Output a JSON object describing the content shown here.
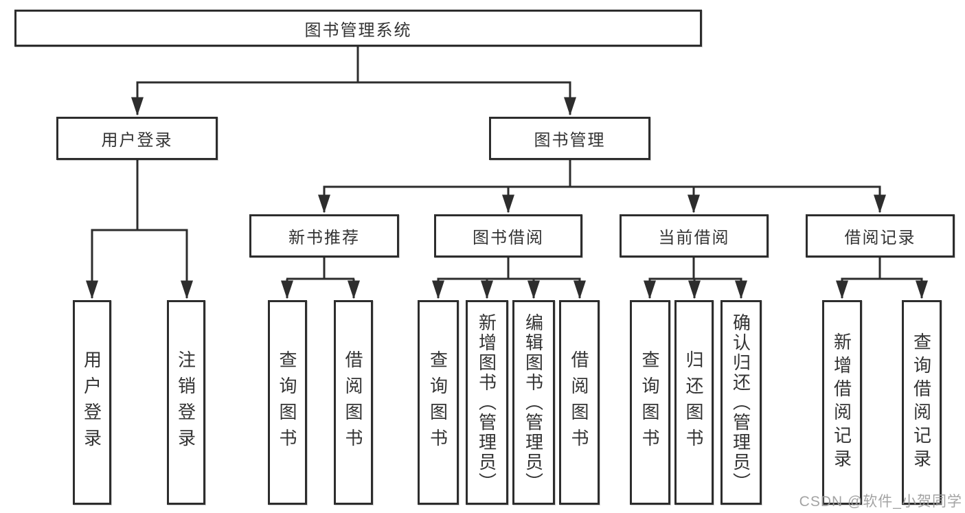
{
  "diagram_type": "hierarchy-chart",
  "tree": {
    "label": "图书管理系统",
    "children": [
      {
        "label": "用户登录",
        "children": [
          {
            "label": "用户登录"
          },
          {
            "label": "注销登录"
          }
        ]
      },
      {
        "label": "图书管理",
        "children": [
          {
            "label": "新书推荐",
            "children": [
              {
                "label": "查询图书"
              },
              {
                "label": "借阅图书"
              }
            ]
          },
          {
            "label": "图书借阅",
            "children": [
              {
                "label": "查询图书"
              },
              {
                "label": "新增图书（管理员）"
              },
              {
                "label": "编辑图书（管理员）"
              },
              {
                "label": "借阅图书"
              }
            ]
          },
          {
            "label": "当前借阅",
            "children": [
              {
                "label": "查询图书"
              },
              {
                "label": "归还图书"
              },
              {
                "label": "确认归还（管理员）"
              }
            ]
          },
          {
            "label": "借阅记录",
            "children": [
              {
                "label": "新增借阅记录"
              },
              {
                "label": "查询借阅记录"
              }
            ]
          }
        ]
      }
    ]
  },
  "watermark": "CSDN @软件_小贺同学",
  "colors": {
    "line": "#2d2d2d",
    "box_border": "#2d2d2d",
    "text": "#333333",
    "background": "#ffffff",
    "watermark": "#9c9c9c"
  }
}
